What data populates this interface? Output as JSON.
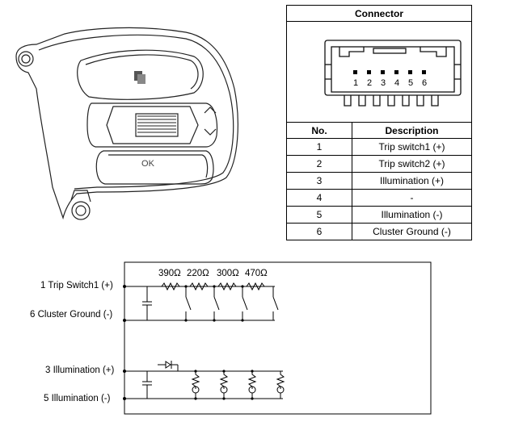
{
  "connector": {
    "title": "Connector",
    "pins": [
      "1",
      "2",
      "3",
      "4",
      "5",
      "6"
    ],
    "col_no": "No.",
    "col_desc": "Description",
    "rows": [
      {
        "no": "1",
        "desc": "Trip switch1 (+)"
      },
      {
        "no": "2",
        "desc": "Trip switch2 (+)"
      },
      {
        "no": "3",
        "desc": "Illumination (+)"
      },
      {
        "no": "4",
        "desc": "-"
      },
      {
        "no": "5",
        "desc": "Illumination (-)"
      },
      {
        "no": "6",
        "desc": "Cluster Ground (-)"
      }
    ]
  },
  "switch_button_label": "OK",
  "circuit": {
    "labels": {
      "trip1": "1 Trip Switch1 (+)",
      "ground": "6 Cluster Ground (-)",
      "illum_pos": "3 Illumination (+)",
      "illum_neg": "5 Illumination (-)"
    },
    "resistors": [
      "390Ω",
      "220Ω",
      "300Ω",
      "470Ω"
    ]
  }
}
